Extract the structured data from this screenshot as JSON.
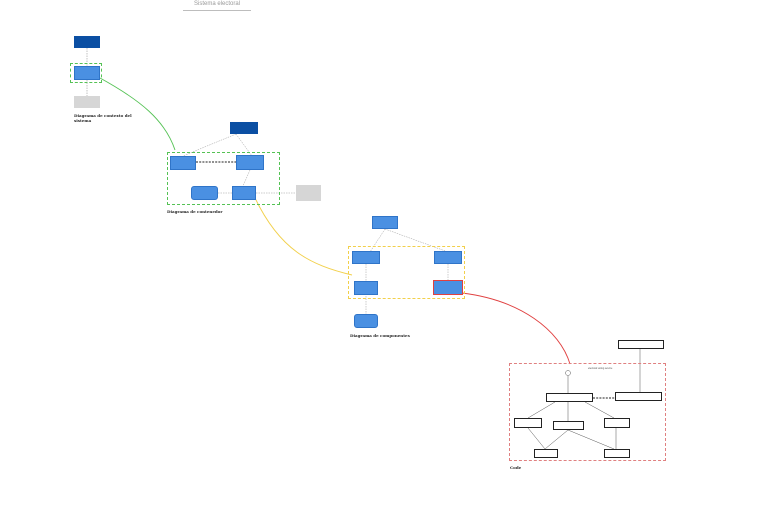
{
  "title": "Sistema electoral",
  "labels": {
    "context": "Diagrama de contexto del sistema",
    "containers": "Diagrama de contenedor",
    "components": "Diagrama de componentes",
    "code": "Code"
  },
  "code_frame_label": "electoral.voting.service",
  "colors": {
    "dark": "#0b4fa3",
    "mid": "#4a90e2",
    "grey": "#d6d6d6",
    "green": "#55c255",
    "yellow": "#f2d04a",
    "red": "#e04040"
  }
}
